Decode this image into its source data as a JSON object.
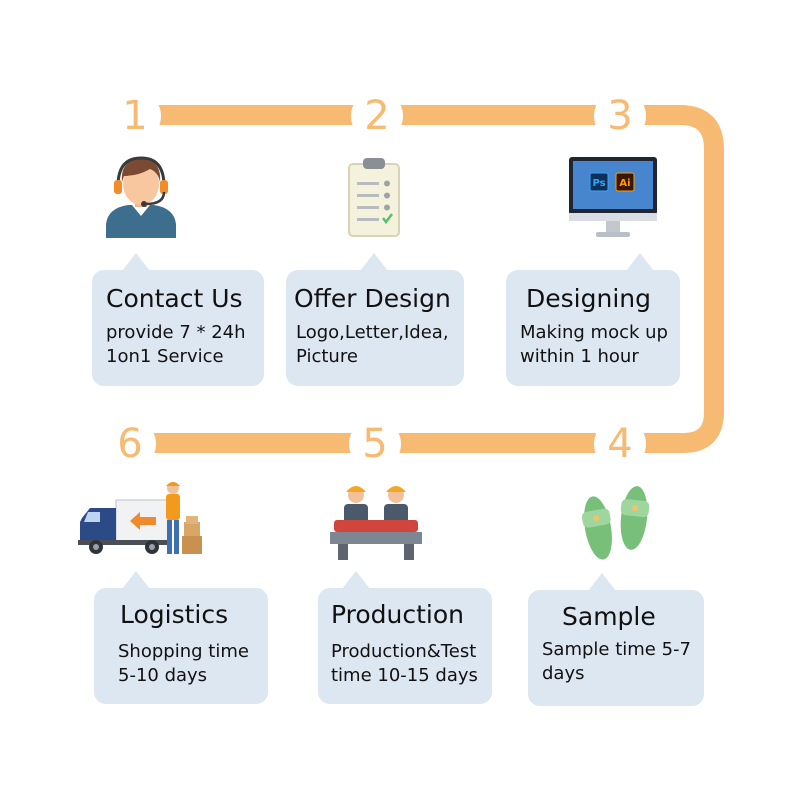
{
  "colors": {
    "track": "#f7ba73",
    "bubble": "#dde7f2",
    "text": "#111111"
  },
  "steps": [
    {
      "number": "1",
      "title": "Contact Us",
      "description": "provide 7 * 24h\n1on1 Service",
      "icon": "customer-service-headset-icon"
    },
    {
      "number": "2",
      "title": "Offer Design",
      "description": "Logo,Letter,Idea,\nPicture",
      "icon": "clipboard-checklist-icon"
    },
    {
      "number": "3",
      "title": "Designing",
      "description": "Making mock up\nwithin 1 hour",
      "icon": "monitor-design-software-icon"
    },
    {
      "number": "4",
      "title": "Sample",
      "description": "Sample time 5-7\ndays",
      "icon": "slippers-icon"
    },
    {
      "number": "5",
      "title": "Production",
      "description": "Production&Test\ntime 10-15 days",
      "icon": "factory-workers-icon"
    },
    {
      "number": "6",
      "title": "Logistics",
      "description": "Shopping time\n5-10 days",
      "icon": "delivery-truck-icon"
    }
  ],
  "software_badges": [
    "Ps",
    "Ai"
  ]
}
